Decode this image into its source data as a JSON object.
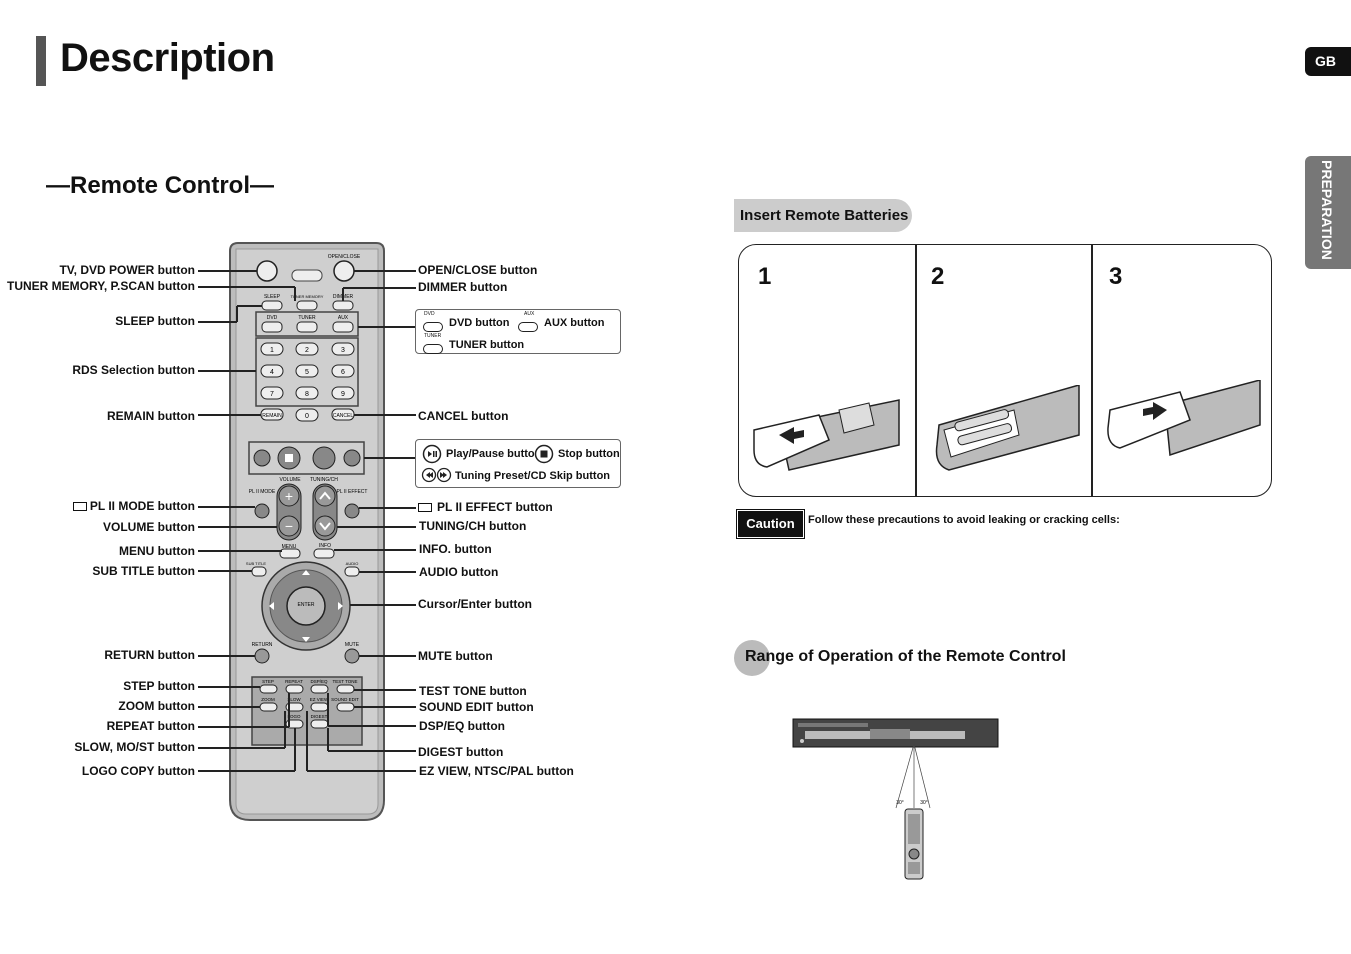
{
  "header": {
    "title": "Description",
    "lang_tab": "GB",
    "side_tab": "PREPARATION"
  },
  "remote_section": {
    "title": "—Remote Control—",
    "left_labels": [
      "TV, DVD POWER button",
      "TUNER MEMORY, P.SCAN button",
      "SLEEP button",
      "RDS Selection button",
      "REMAIN button",
      "PL II MODE button",
      "VOLUME button",
      "MENU button",
      "SUB TITLE button",
      "RETURN button",
      "STEP button",
      "ZOOM button",
      "REPEAT button",
      "SLOW, MO/ST button",
      "LOGO COPY button"
    ],
    "right_labels": [
      "OPEN/CLOSE button",
      "DIMMER button",
      "CANCEL button",
      "PL II EFFECT button",
      "TUNING/CH button",
      "INFO. button",
      "AUDIO button",
      "Cursor/Enter button",
      "MUTE button",
      "TEST TONE button",
      "SOUND EDIT button",
      "DSP/EQ button",
      "DIGEST button",
      "EZ VIEW, NTSC/PAL button"
    ],
    "legend_source": {
      "dvd": "DVD button",
      "aux": "AUX button",
      "tuner": "TUNER button",
      "dvd_small": "DVD",
      "aux_small": "AUX",
      "tuner_small": "TUNER"
    },
    "legend_transport": {
      "play": "Play/Pause button",
      "stop": "Stop button",
      "skip": "Tuning Preset/CD Skip button"
    },
    "remote_keys": {
      "open_close": "OPEN/CLOSE",
      "sleep": "SLEEP",
      "tuner_memory": "TUNER MEMORY",
      "dimmer": "DIMMER",
      "dvd": "DVD",
      "tuner": "TUNER",
      "aux": "AUX",
      "digits": [
        "1",
        "2",
        "3",
        "4",
        "5",
        "6",
        "7",
        "8",
        "9",
        "0"
      ],
      "remain": "REMAIN",
      "cancel": "CANCEL",
      "volume": "VOLUME",
      "tuning_ch": "TUNING/CH",
      "pl2_mode": "PL II MODE",
      "pl2_effect": "PL II EFFECT",
      "menu": "MENU",
      "info": "INFO",
      "subtitle": "SUB TITLE",
      "audio": "AUDIO",
      "enter": "ENTER",
      "return": "RETURN",
      "mute": "MUTE",
      "step": "STEP",
      "repeat": "REPEAT",
      "dsp_eq": "DSP/EQ",
      "test_tone": "TEST TONE",
      "zoom": "ZOOM",
      "slow": "SLOW",
      "ez_view": "EZ VIEW",
      "sound_edit": "SOUND EDIT",
      "logo": "LOGO",
      "digest": "DIGEST"
    }
  },
  "batteries": {
    "title": "Insert Remote Batteries",
    "steps": [
      "1",
      "2",
      "3"
    ]
  },
  "caution": {
    "label": "Caution",
    "text": "Follow these precautions to avoid leaking or cracking cells:"
  },
  "range": {
    "title": "Range of Operation of the Remote Control",
    "angle_left": "30°",
    "angle_right": "30°"
  }
}
